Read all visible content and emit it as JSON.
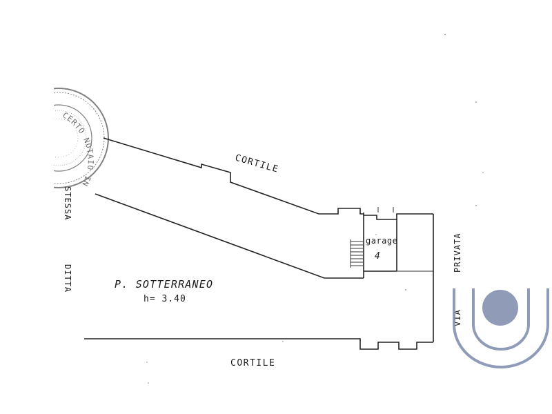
{
  "labels": {
    "cortile_top": "CORTILE",
    "cortile_bottom": "CORTILE",
    "stessa": "STESSA",
    "ditta": "DITTA",
    "privata": "PRIVATA",
    "via": "VIA",
    "garage": "garage",
    "garage_number": "4",
    "room_name": "P. SOTTERRANEO",
    "room_height": "h= 3.40"
  },
  "stamp": {
    "text": "CERTO NOTAIO IN CH"
  },
  "colors": {
    "ink": "#222222",
    "stamp": "#6a6a6a",
    "logo": "#8391b0"
  },
  "icons": {
    "logo": "agency-logo-icon",
    "stamp": "notary-stamp-icon",
    "stairs": "stairs-icon"
  }
}
